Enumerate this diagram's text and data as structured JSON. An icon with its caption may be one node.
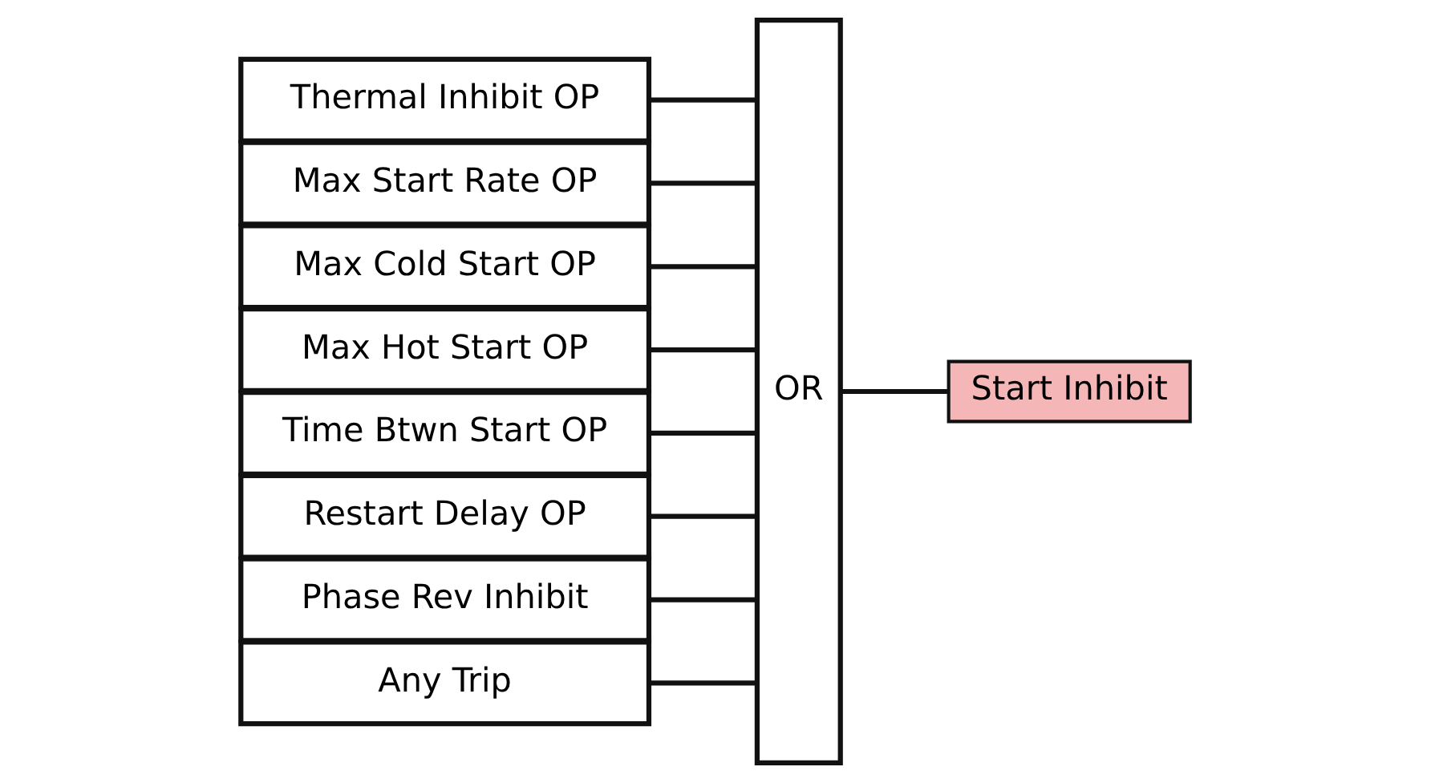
{
  "diagram": {
    "nodes": [
      {
        "text": [
          "Thermal Inhibit OP"
        ]
      },
      {
        "text": [
          "Max Start Rate OP"
        ]
      },
      {
        "text": [
          "Max Cold Start OP"
        ]
      },
      {
        "text": [
          "Max Hot Start OP"
        ]
      },
      {
        "text": [
          "Time Btwn Start OP"
        ]
      },
      {
        "text": [
          "Restart Delay OP"
        ]
      },
      {
        "text": [
          "Phase Rev Inhibit"
        ]
      },
      {
        "text": [
          "Any Trip"
        ]
      },
      {
        "text": [
          "OR"
        ]
      },
      {
        "text": [
          "Start Inhibit"
        ]
      }
    ],
    "edges": [
      {
        "from": 0,
        "to": 8,
        "arrow": "none"
      },
      {
        "from": 1,
        "to": 8,
        "arrow": "none"
      },
      {
        "from": 2,
        "to": 8,
        "arrow": "none"
      },
      {
        "from": 3,
        "to": 8,
        "arrow": "none"
      },
      {
        "from": 4,
        "to": 8,
        "arrow": "none"
      },
      {
        "from": 5,
        "to": 8,
        "arrow": "none"
      },
      {
        "from": 6,
        "to": 8,
        "arrow": "none"
      },
      {
        "from": 7,
        "to": 8,
        "arrow": "none"
      },
      {
        "from": 8,
        "to": 9,
        "arrow": "none"
      }
    ]
  }
}
